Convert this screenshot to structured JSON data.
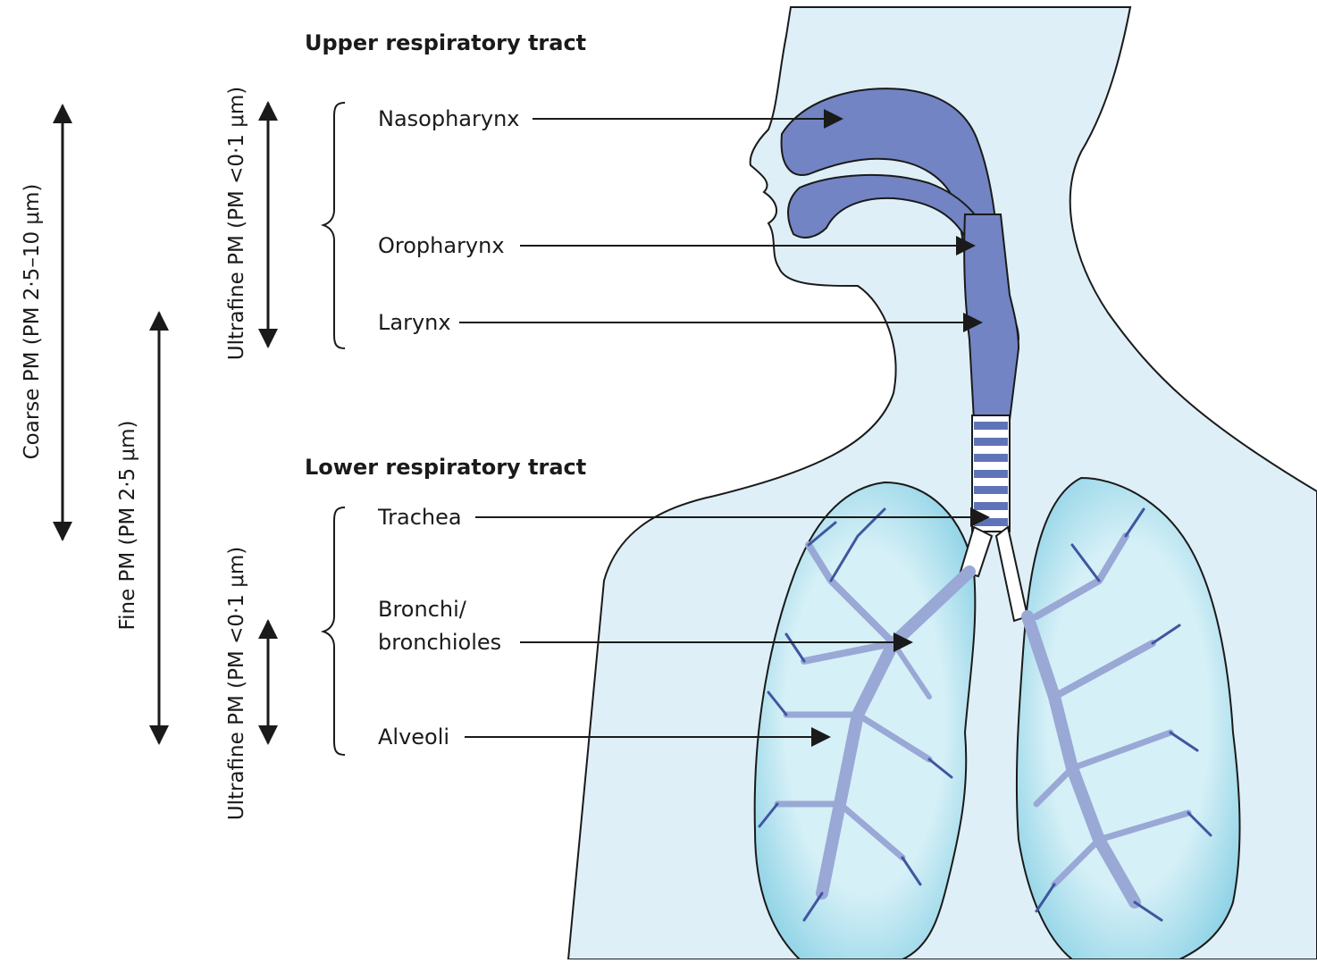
{
  "sections": {
    "upper": {
      "title": "Upper respiratory tract",
      "labels": [
        "Nasopharynx",
        "Oropharynx",
        "Larynx"
      ]
    },
    "lower": {
      "title": "Lower respiratory tract",
      "labels": [
        "Trachea",
        "Bronchi/",
        "bronchioles",
        "Alveoli"
      ]
    }
  },
  "size_ranges": {
    "coarse": "Coarse PM (PM 2·5–10 μm)",
    "fine": "Fine PM (PM 2·5 μm)",
    "ultrafine_upper": "Ultrafine PM (PM <0·1 μm)",
    "ultrafine_lower": "Ultrafine PM (PM <0·1 μm)"
  },
  "colors": {
    "body": "#deeff7",
    "airway": "#7284c3",
    "lung": "#b7e3ef",
    "bronchi": "#9aa8d6",
    "outline": "#1a1a1a"
  }
}
